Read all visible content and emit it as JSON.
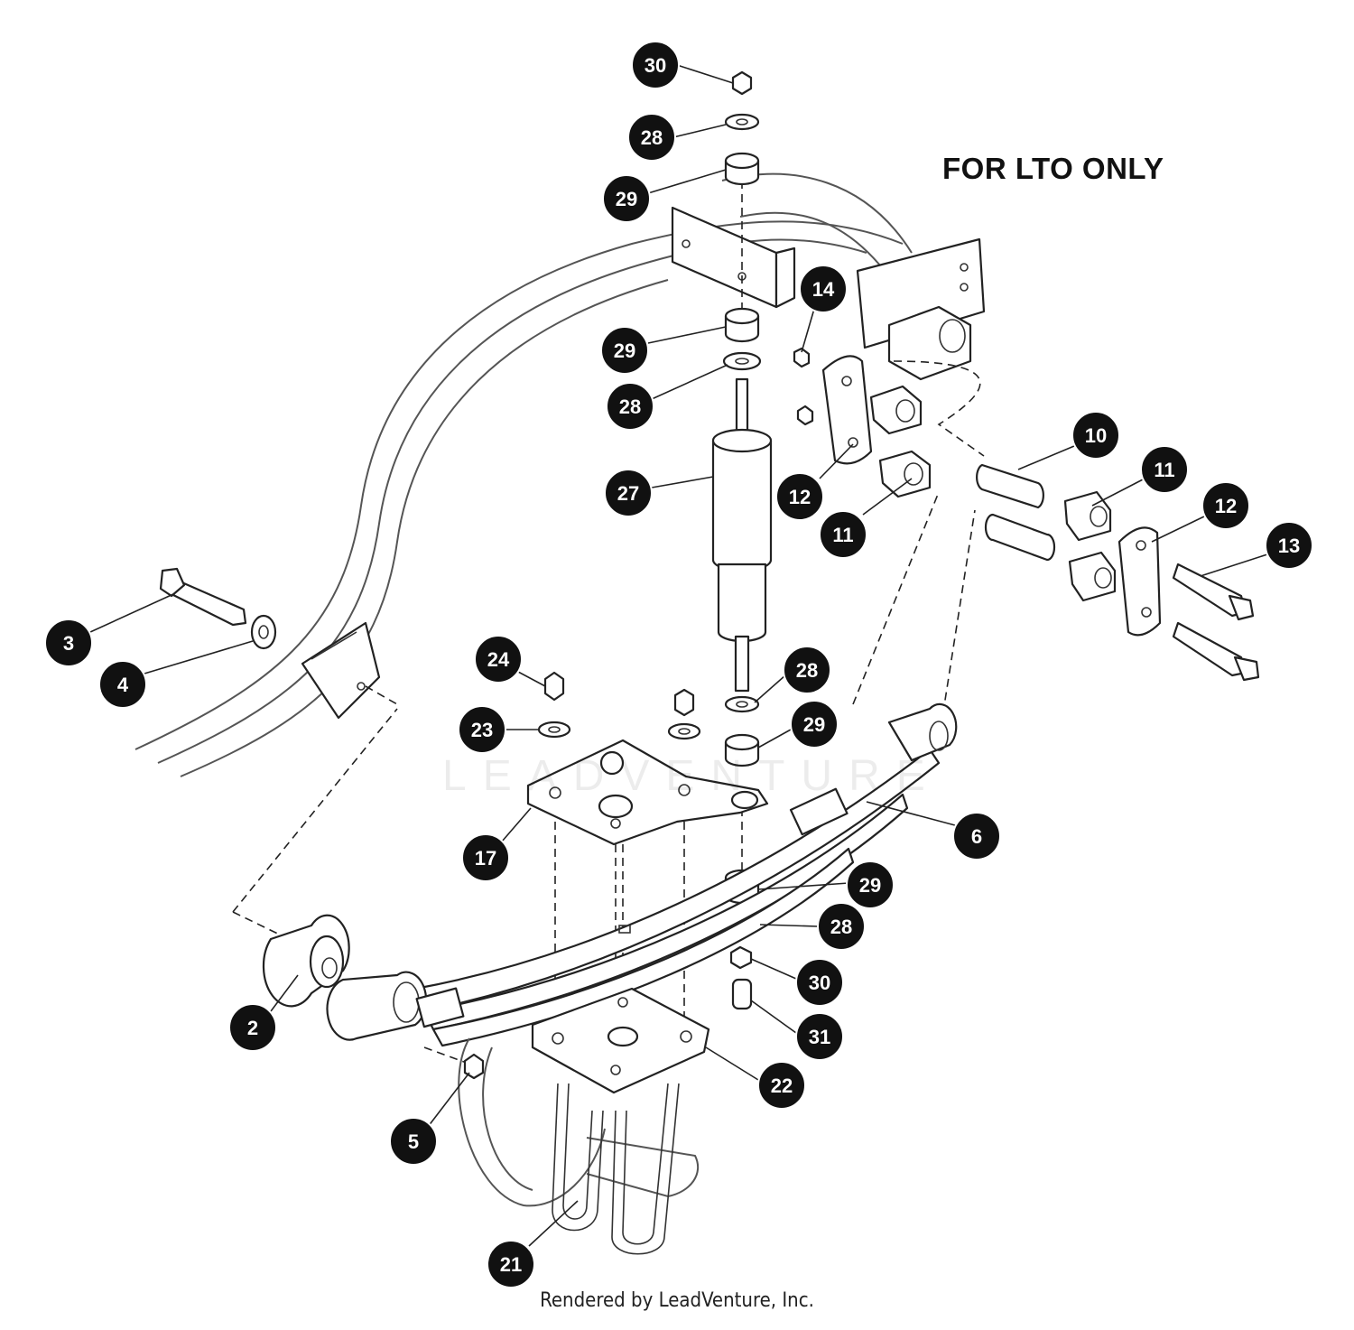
{
  "note": "FOR LTO ONLY",
  "credit": "Rendered by LeadVenture, Inc.",
  "watermark_text": "LEADVENTURE",
  "colors": {
    "callout_fill": "#111111",
    "callout_text": "#ffffff",
    "line": "#222222"
  },
  "callouts": [
    {
      "label": "30"
    },
    {
      "label": "28"
    },
    {
      "label": "29"
    },
    {
      "label": "29"
    },
    {
      "label": "28"
    },
    {
      "label": "14"
    },
    {
      "label": "10"
    },
    {
      "label": "11"
    },
    {
      "label": "12"
    },
    {
      "label": "11"
    },
    {
      "label": "12"
    },
    {
      "label": "13"
    },
    {
      "label": "27"
    },
    {
      "label": "3"
    },
    {
      "label": "4"
    },
    {
      "label": "24"
    },
    {
      "label": "28"
    },
    {
      "label": "23"
    },
    {
      "label": "29"
    },
    {
      "label": "6"
    },
    {
      "label": "17"
    },
    {
      "label": "29"
    },
    {
      "label": "28"
    },
    {
      "label": "30"
    },
    {
      "label": "2"
    },
    {
      "label": "31"
    },
    {
      "label": "22"
    },
    {
      "label": "5"
    },
    {
      "label": "21"
    }
  ]
}
